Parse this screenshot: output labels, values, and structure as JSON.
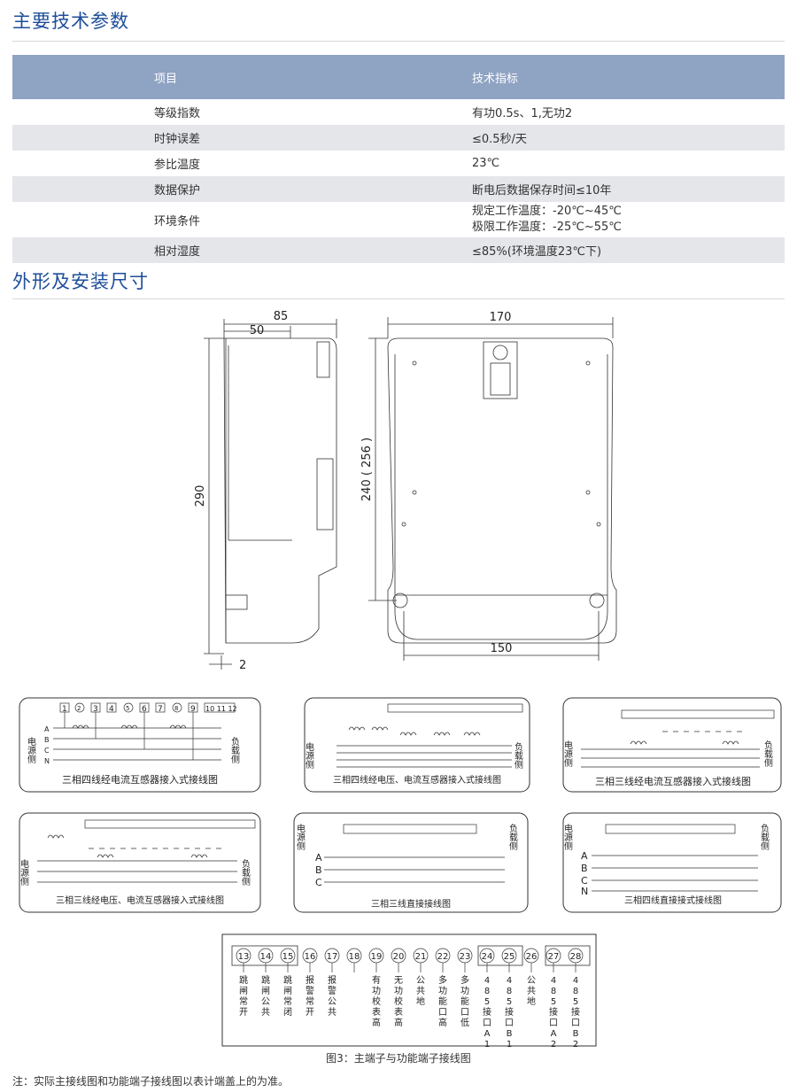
{
  "section1": {
    "title": "主要技术参数"
  },
  "spec_table": {
    "headers": [
      "项目",
      "技术指标"
    ],
    "rows": [
      {
        "item": "等级指数",
        "value": "有功0.5s、1,无功2",
        "value2": ""
      },
      {
        "item": "时钟误差",
        "value": "≤0.5秒/天",
        "value2": ""
      },
      {
        "item": "参比温度",
        "value": "23℃",
        "value2": ""
      },
      {
        "item": "数据保护",
        "value": "断电后数据保存时间≤10年",
        "value2": ""
      },
      {
        "item": "环境条件",
        "value": "规定工作温度：-20℃~45℃",
        "value2": "极限工作温度：-25℃~55℃"
      },
      {
        "item": "相对湿度",
        "value": "≤85%(环境温度23℃下)",
        "value2": ""
      }
    ]
  },
  "section2": {
    "title": "外形及安装尺寸"
  },
  "dimensions": {
    "d85": "85",
    "d50": "50",
    "d290": "290",
    "d2": "2",
    "d170": "170",
    "d240": "240 ( 256 )",
    "d150": "150"
  },
  "wiring": {
    "d1": {
      "title": "三相四线经电流互感器接入式接线图"
    },
    "d2": {
      "title": "三相四线经电压、电流互感器接入式接线图"
    },
    "d3": {
      "title": "三相三线经电流互感器接入式接线图"
    },
    "d4": {
      "title": "三相三线经电压、电流互感器接入式接线图"
    },
    "d5": {
      "title": "三相三线直接接线图"
    },
    "d6": {
      "title": "三相四线直接接式接线图"
    },
    "source_side": "电源侧",
    "load_side": "负载侧",
    "phases4": [
      "A",
      "B",
      "C",
      "N"
    ],
    "phases3": [
      "A",
      "B",
      "C"
    ]
  },
  "func_terminals": [
    {
      "num": "13",
      "label": "跳闸常开"
    },
    {
      "num": "14",
      "label": "跳闸公共"
    },
    {
      "num": "15",
      "label": "跳闸常闭"
    },
    {
      "num": "16",
      "label": "报警常开"
    },
    {
      "num": "17",
      "label": "报警公共"
    },
    {
      "num": "18",
      "label": ""
    },
    {
      "num": "19",
      "label": "有功校表高"
    },
    {
      "num": "20",
      "label": "无功校表高"
    },
    {
      "num": "21",
      "label": "公共地"
    },
    {
      "num": "22",
      "label": "多功能口高"
    },
    {
      "num": "23",
      "label": "多功能口低"
    },
    {
      "num": "24",
      "label": "485接口A1"
    },
    {
      "num": "25",
      "label": "485接口B1"
    },
    {
      "num": "26",
      "label": "公共地"
    },
    {
      "num": "27",
      "label": "485接口A2"
    },
    {
      "num": "28",
      "label": "485接口B2"
    }
  ],
  "fig_caption": "图3：主端子与功能端子接线图",
  "note": "注：实际主接线图和功能端子接线图以表计端盖上的为准。"
}
